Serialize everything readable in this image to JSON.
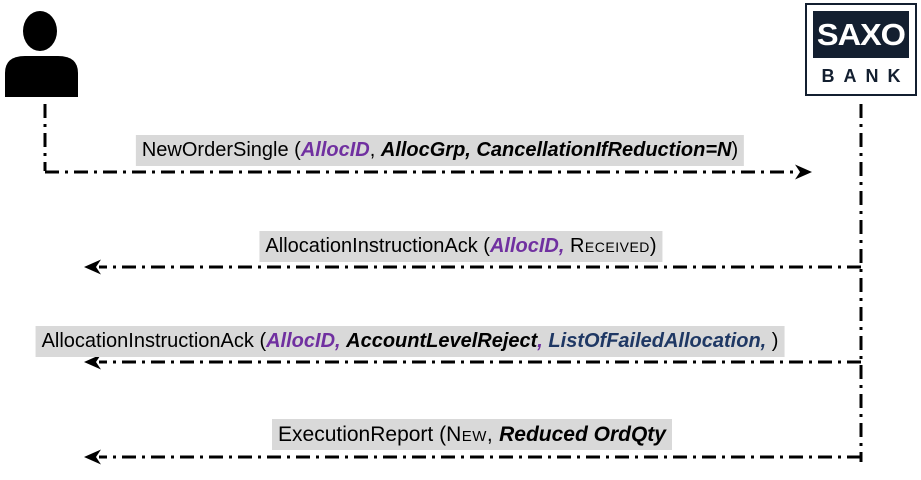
{
  "actors": {
    "client": {
      "icon": "person-icon"
    },
    "bank": {
      "logo_top": "SAXO",
      "logo_bottom": "BANK"
    }
  },
  "colors": {
    "purple": "#7030A0",
    "blue": "#1F3864",
    "navy": "#131F30",
    "label_bg": "#D9D9D9",
    "line": "#000000"
  },
  "messages": [
    {
      "name": "NewOrderSingle",
      "direction": "right",
      "segments": [
        {
          "text": "NewOrderSingle (",
          "style": "plain"
        },
        {
          "text": "AllocID",
          "style": "purple-bold-italic"
        },
        {
          "text": ", ",
          "style": "plain"
        },
        {
          "text": "AllocGrp, CancellationIfReduction=N",
          "style": "bold-italic"
        },
        {
          "text": ")",
          "style": "plain"
        }
      ]
    },
    {
      "name": "AllocationInstructionAck-received",
      "direction": "left",
      "segments": [
        {
          "text": "AllocationInstructionAck (",
          "style": "plain"
        },
        {
          "text": "AllocID,",
          "style": "purple-bold-italic"
        },
        {
          "text": " ",
          "style": "plain"
        },
        {
          "text": "Received",
          "style": "smallcaps"
        },
        {
          "text": ")",
          "style": "plain"
        }
      ]
    },
    {
      "name": "AllocationInstructionAck-reject",
      "direction": "left",
      "segments": [
        {
          "text": "AllocationInstructionAck (",
          "style": "plain"
        },
        {
          "text": "AllocID,",
          "style": "purple-bold-italic"
        },
        {
          "text": " ",
          "style": "plain"
        },
        {
          "text": "AccountLevelReject",
          "style": "bold-italic"
        },
        {
          "text": ",",
          "style": "purple-bold-italic"
        },
        {
          "text": " ",
          "style": "plain"
        },
        {
          "text": "ListOfFailedAllocation,",
          "style": "blue-bold-italic"
        },
        {
          "text": " )",
          "style": "plain"
        }
      ]
    },
    {
      "name": "ExecutionReport",
      "direction": "left",
      "segments": [
        {
          "text": "ExecutionReport (",
          "style": "plain"
        },
        {
          "text": "New,",
          "style": "smallcaps"
        },
        {
          "text": " ",
          "style": "plain"
        },
        {
          "text": "Reduced OrdQty",
          "style": "bold-italic"
        }
      ]
    }
  ]
}
